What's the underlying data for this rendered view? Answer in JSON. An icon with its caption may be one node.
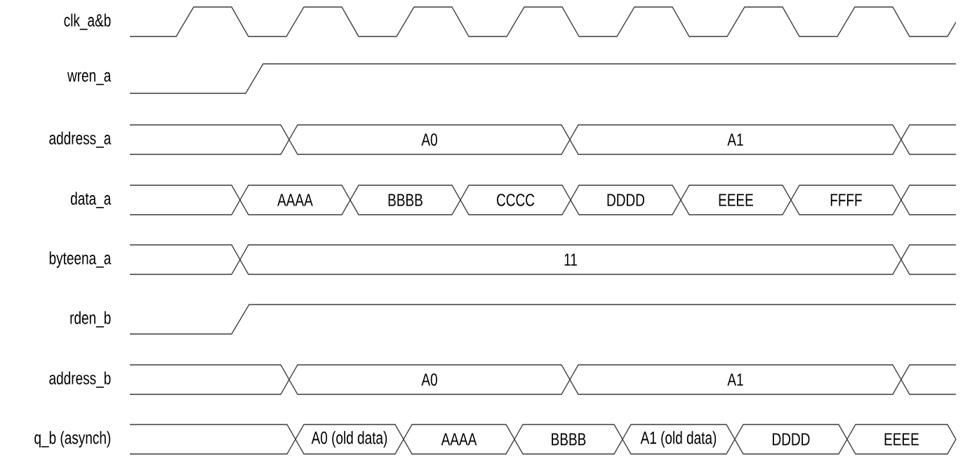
{
  "diagram": {
    "nodes": [
      {
        "text": [
          "A0"
        ]
      },
      {
        "text": [
          "A1"
        ]
      },
      {
        "text": [
          "AAAA"
        ]
      },
      {
        "text": [
          "BBBB"
        ]
      },
      {
        "text": [
          "CCCC"
        ]
      },
      {
        "text": [
          "DDDD"
        ]
      },
      {
        "text": [
          "EEEE"
        ]
      },
      {
        "text": [
          "FFFF"
        ]
      },
      {
        "text": [
          "11"
        ]
      },
      {
        "text": [
          "A0"
        ]
      },
      {
        "text": [
          "A1"
        ]
      },
      {
        "text": [
          "A0 (old data)"
        ]
      },
      {
        "text": [
          "AAAA"
        ]
      },
      {
        "text": [
          "BBBB"
        ]
      },
      {
        "text": [
          "A1 (old data)"
        ]
      },
      {
        "text": [
          "DDDD"
        ]
      },
      {
        "text": [
          "EEEE"
        ]
      }
    ],
    "labels": [
      "clk_a&b",
      "wren_a",
      "address_a",
      "data_a",
      "byteena_a",
      "rden_b",
      "address_b",
      "q_b (asynch)"
    ]
  }
}
